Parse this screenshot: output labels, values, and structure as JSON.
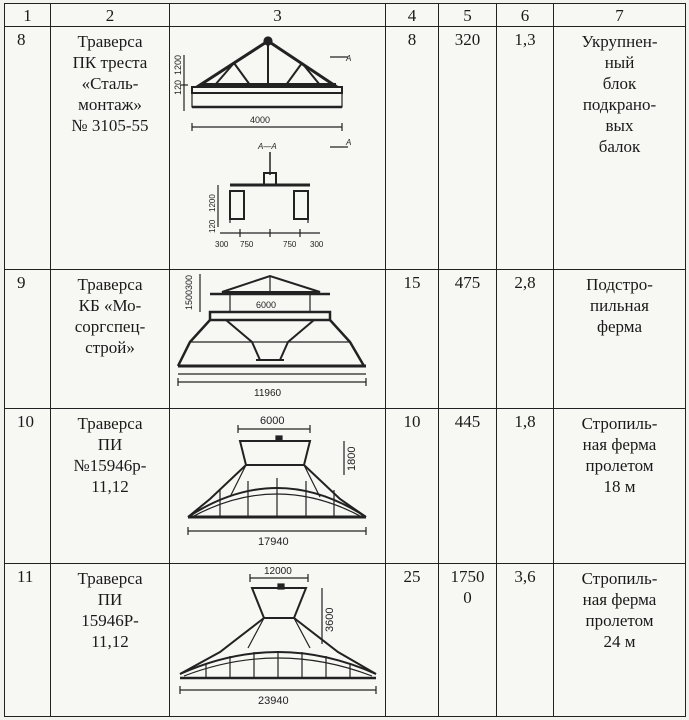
{
  "headers": [
    "1",
    "2",
    "3",
    "4",
    "5",
    "6",
    "7"
  ],
  "rows": [
    {
      "num": "8",
      "name_lines": [
        "Траверса",
        "ПК треста",
        "«Сталь-",
        "монтаж»",
        "№ 3105-55"
      ],
      "col4": "8",
      "col5_lines": [
        "320"
      ],
      "col6": "1,3",
      "note_lines": [
        "Укрупнен-",
        "ный",
        "блок",
        "подкрано-",
        "вых",
        "балок"
      ],
      "drawing": {
        "top_dims": [
          "1200",
          "120",
          "4000"
        ],
        "section_label": "A",
        "section_title": "A—A",
        "bottom_dims": [
          "1200",
          "120",
          "300",
          "750",
          "750",
          "300"
        ]
      }
    },
    {
      "num": "9",
      "name_lines": [
        "Траверса",
        "КБ «Мо-",
        "соргспец-",
        "строй»"
      ],
      "col4": "15",
      "col5_lines": [
        "475"
      ],
      "col6": "2,8",
      "note_lines": [
        "Подстро-",
        "пильная",
        "ферма"
      ],
      "drawing": {
        "dims": [
          "1500",
          "300",
          "6000",
          "11960"
        ]
      }
    },
    {
      "num": "10",
      "name_lines": [
        "Траверса",
        "ПИ",
        "№15946р-",
        "11,12"
      ],
      "col4": "10",
      "col5_lines": [
        "445"
      ],
      "col6": "1,8",
      "note_lines": [
        "Стропиль-",
        "ная ферма",
        "пролетом",
        "18 м"
      ],
      "drawing": {
        "dims": [
          "6000",
          "1800",
          "17940"
        ]
      }
    },
    {
      "num": "11",
      "name_lines": [
        "Траверса",
        "ПИ",
        "15946Р-",
        "11,12"
      ],
      "col4": "25",
      "col5_lines": [
        "1750",
        "0"
      ],
      "col6": "3,6",
      "note_lines": [
        "Стропиль-",
        "ная ферма",
        "пролетом",
        "24 м"
      ],
      "drawing": {
        "dims": [
          "12000",
          "3600",
          "23940"
        ]
      }
    }
  ]
}
